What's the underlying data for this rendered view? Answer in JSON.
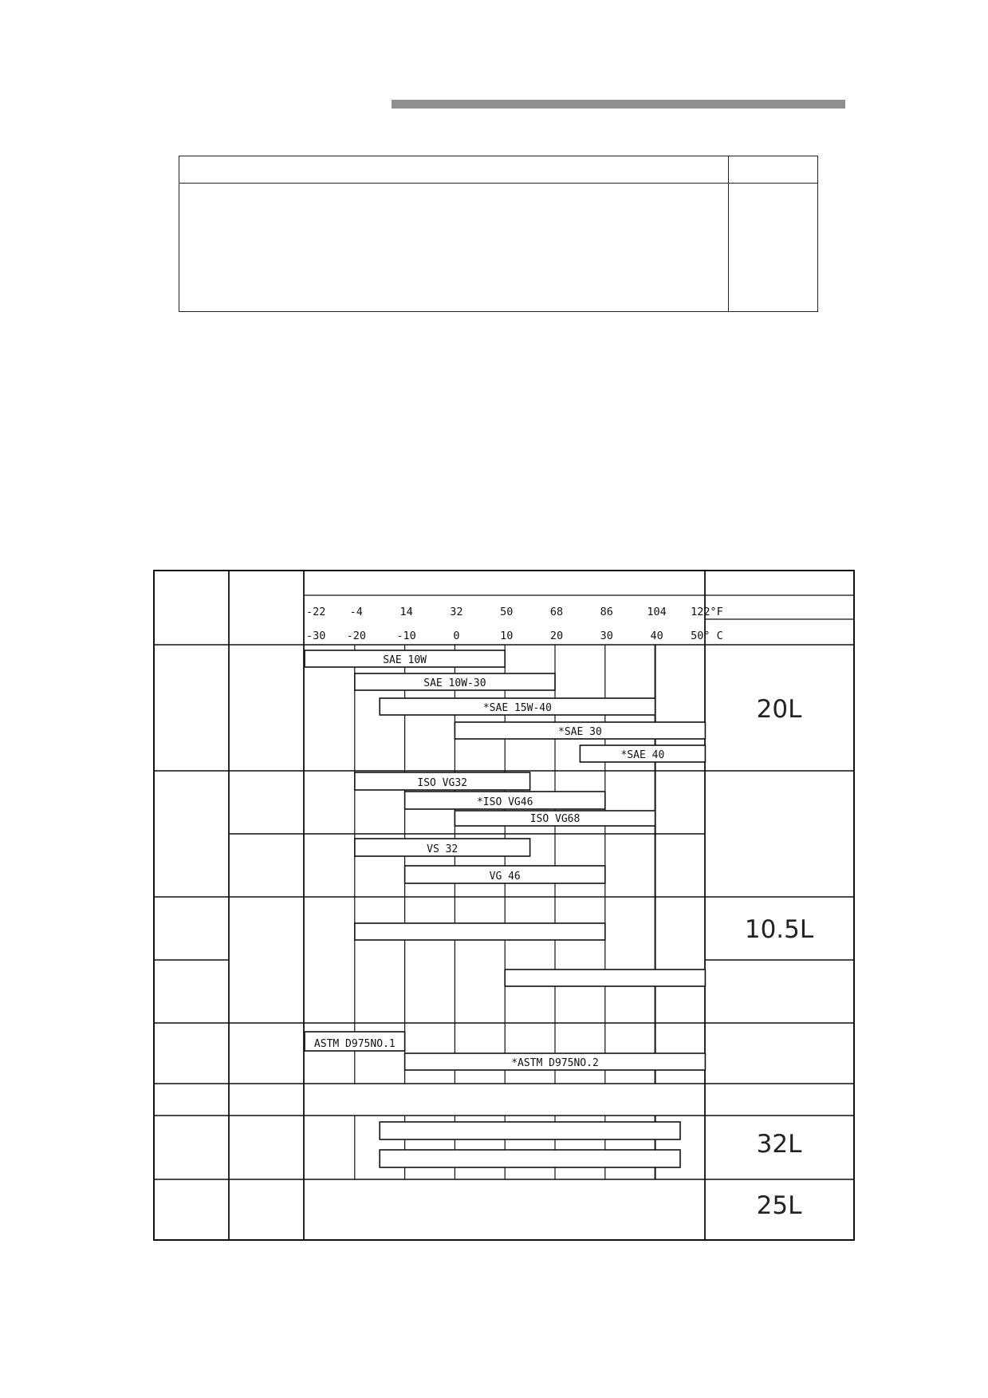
{
  "chart_data": {
    "type": "table",
    "temperature_scale": {
      "fahrenheit_ticks": [
        "-22",
        "-4",
        "14",
        "32",
        "50",
        "68",
        "86",
        "104",
        "122°F"
      ],
      "celsius_ticks": [
        "-30",
        "-20",
        "-10",
        "0",
        "10",
        "20",
        "30",
        "40",
        "50° C"
      ]
    },
    "ranges": [
      {
        "label": "SAE 10W",
        "from_c": -30,
        "to_c": 10
      },
      {
        "label": "SAE 10W-30",
        "from_c": -20,
        "to_c": 20
      },
      {
        "label": "*SAE 15W-40",
        "from_c": -15,
        "to_c": 40
      },
      {
        "label": "*SAE 30",
        "from_c": 0,
        "to_c": 50
      },
      {
        "label": "*SAE 40",
        "from_c": 25,
        "to_c": 50
      },
      {
        "label": "ISO VG32",
        "from_c": -20,
        "to_c": 15
      },
      {
        "label": "*ISO VG46",
        "from_c": -10,
        "to_c": 30
      },
      {
        "label": "ISO VG68",
        "from_c": 0,
        "to_c": 40
      },
      {
        "label": "VS 32",
        "from_c": -20,
        "to_c": 15
      },
      {
        "label": "VG 46",
        "from_c": -10,
        "to_c": 30
      },
      {
        "label": "",
        "from_c": -20,
        "to_c": 30
      },
      {
        "label": "",
        "from_c": 10,
        "to_c": 50
      },
      {
        "label": "ASTM D975NO.1",
        "from_c": -30,
        "to_c": -10
      },
      {
        "label": "*ASTM D975NO.2",
        "from_c": -10,
        "to_c": 50
      },
      {
        "label": "",
        "from_c": -15,
        "to_c": 45
      },
      {
        "label": "",
        "from_c": -15,
        "to_c": 45
      }
    ],
    "capacities": [
      "20L",
      "10.5L",
      "32L",
      "25L"
    ]
  }
}
